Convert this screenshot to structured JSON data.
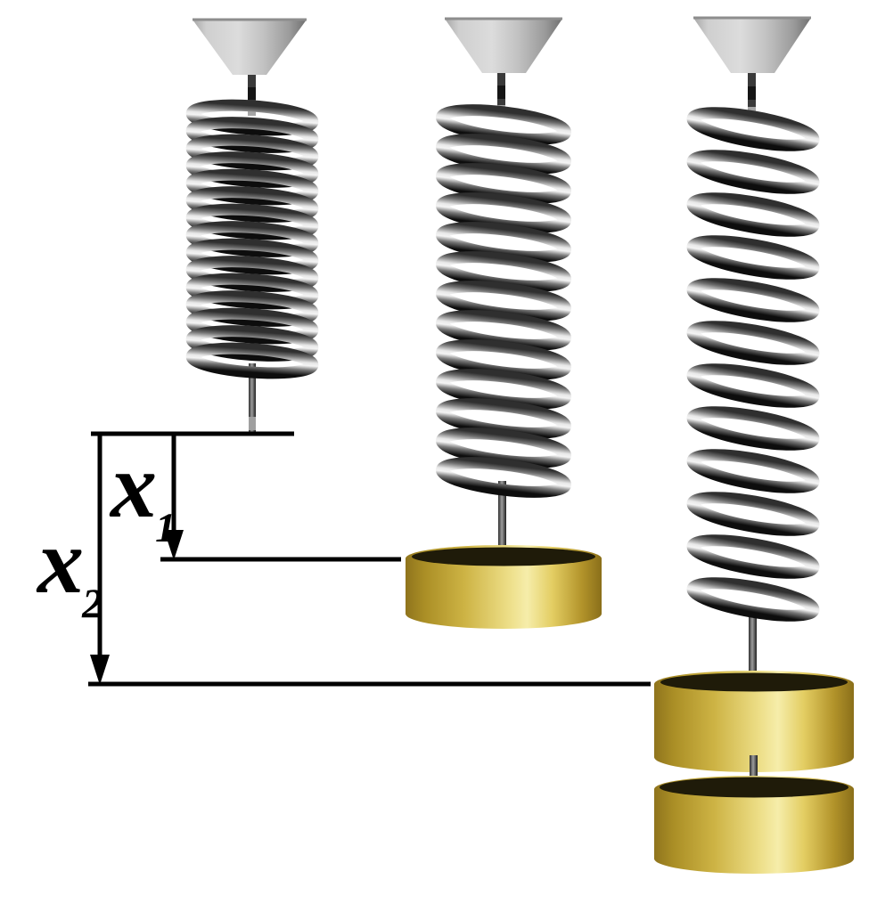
{
  "figure": {
    "type": "physics-diagram",
    "subject": "three vertical coil springs hanging from conical supports; middle spring stretched by one disk mass, right spring stretched by two disk masses"
  },
  "labels": {
    "x1": {
      "base": "x",
      "sub": "1"
    },
    "x2": {
      "base": "x",
      "sub": "2"
    }
  },
  "assemblies": [
    {
      "id": "left",
      "state": "unstretched",
      "coils": 15,
      "masses": 0
    },
    {
      "id": "middle",
      "state": "stretched-by-one-mass",
      "coils": 13,
      "masses": 1
    },
    {
      "id": "right",
      "state": "stretched-by-two-masses",
      "coils": 12,
      "masses": 2
    }
  ],
  "colors": {
    "background": "#ffffff",
    "measurement_line": "#000000",
    "cone_gray_light": "#dcdcdc",
    "cone_gray_dark": "#6f6f6f",
    "spring_highlight": "#f2f2f2",
    "spring_shadow": "#0d0d0d",
    "mass_gold_light": "#f6edaa",
    "mass_gold_dark": "#8a6f1a"
  }
}
